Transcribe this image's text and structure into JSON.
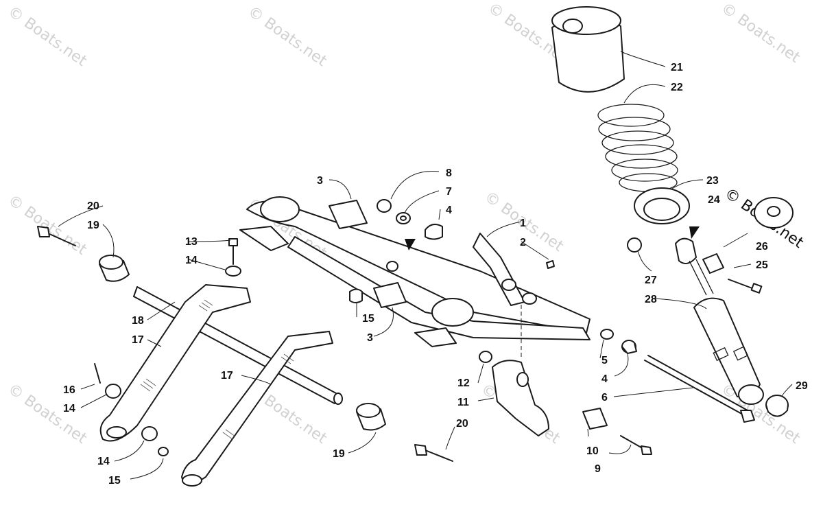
{
  "watermark": "© Boats.net",
  "callouts": {
    "c1": "1",
    "c2": "2",
    "c3a": "3",
    "c3b": "3",
    "c4a": "4",
    "c4b": "4",
    "c5": "5",
    "c6": "6",
    "c7": "7",
    "c8": "8",
    "c9": "9",
    "c10": "10",
    "c11": "11",
    "c12": "12",
    "c13": "13",
    "c14a": "14",
    "c14b": "14",
    "c14c": "14",
    "c15a": "15",
    "c15b": "15",
    "c16": "16",
    "c17a": "17",
    "c17b": "17",
    "c18": "18",
    "c19a": "19",
    "c19b": "19",
    "c20a": "20",
    "c20b": "20",
    "c21": "21",
    "c22": "22",
    "c23": "23",
    "c24": "24",
    "c25": "25",
    "c26": "26",
    "c27": "27",
    "c28": "28",
    "c29": "29"
  },
  "colors": {
    "line": "#1a1a1a",
    "watermark": "#c9c9c9",
    "background": "#ffffff"
  }
}
